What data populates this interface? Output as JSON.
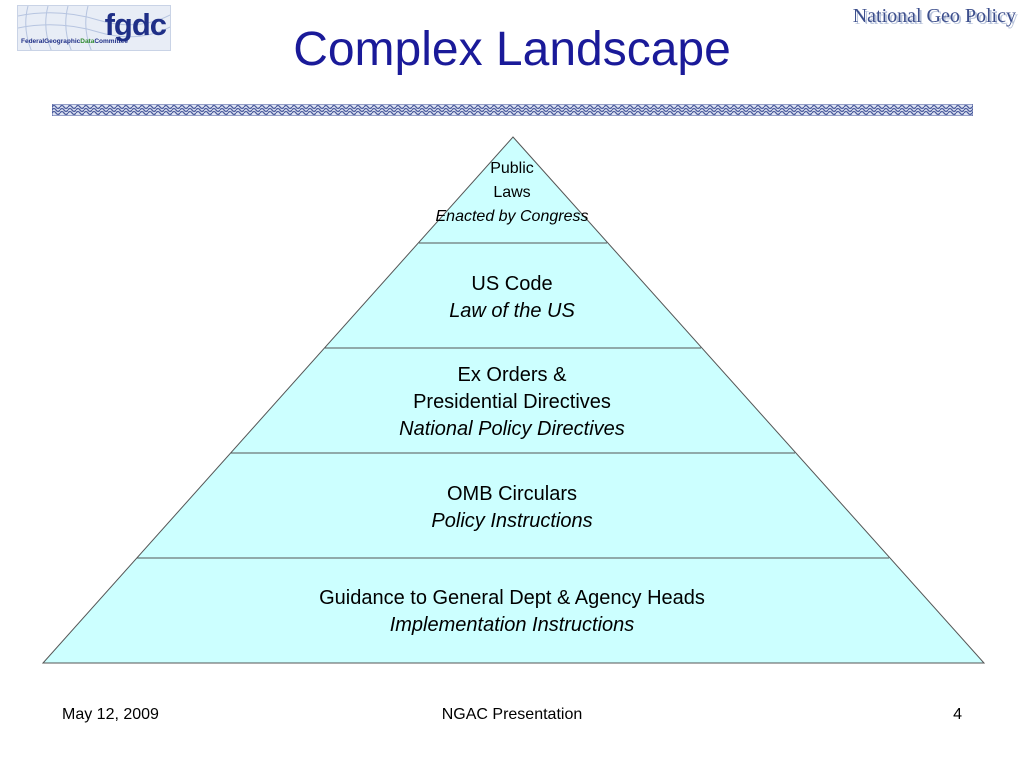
{
  "logo": {
    "acronym": "fgdc",
    "subtitle_federal": "FederalGeographic",
    "subtitle_data": "Data",
    "subtitle_committee": "Committee"
  },
  "watermark": "National Geo Policy",
  "title": "Complex Landscape",
  "pyramid": {
    "tiers": [
      {
        "lines": [
          "Public",
          "Laws"
        ],
        "italic": "Enacted by Congress"
      },
      {
        "lines": [
          "US Code"
        ],
        "italic": "Law of the US"
      },
      {
        "lines": [
          "Ex Orders &",
          "Presidential Directives"
        ],
        "italic": "National Policy Directives"
      },
      {
        "lines": [
          "OMB Circulars"
        ],
        "italic": "Policy Instructions"
      },
      {
        "lines": [
          "Guidance to General Dept & Agency Heads"
        ],
        "italic": "Implementation Instructions"
      }
    ],
    "fill_color": "#ccffff",
    "stroke_color": "#555555"
  },
  "footer": {
    "date": "May 12, 2009",
    "center": "NGAC Presentation",
    "page": "4"
  },
  "colors": {
    "title": "#1a1a99",
    "rule": "#4a5a9c"
  }
}
